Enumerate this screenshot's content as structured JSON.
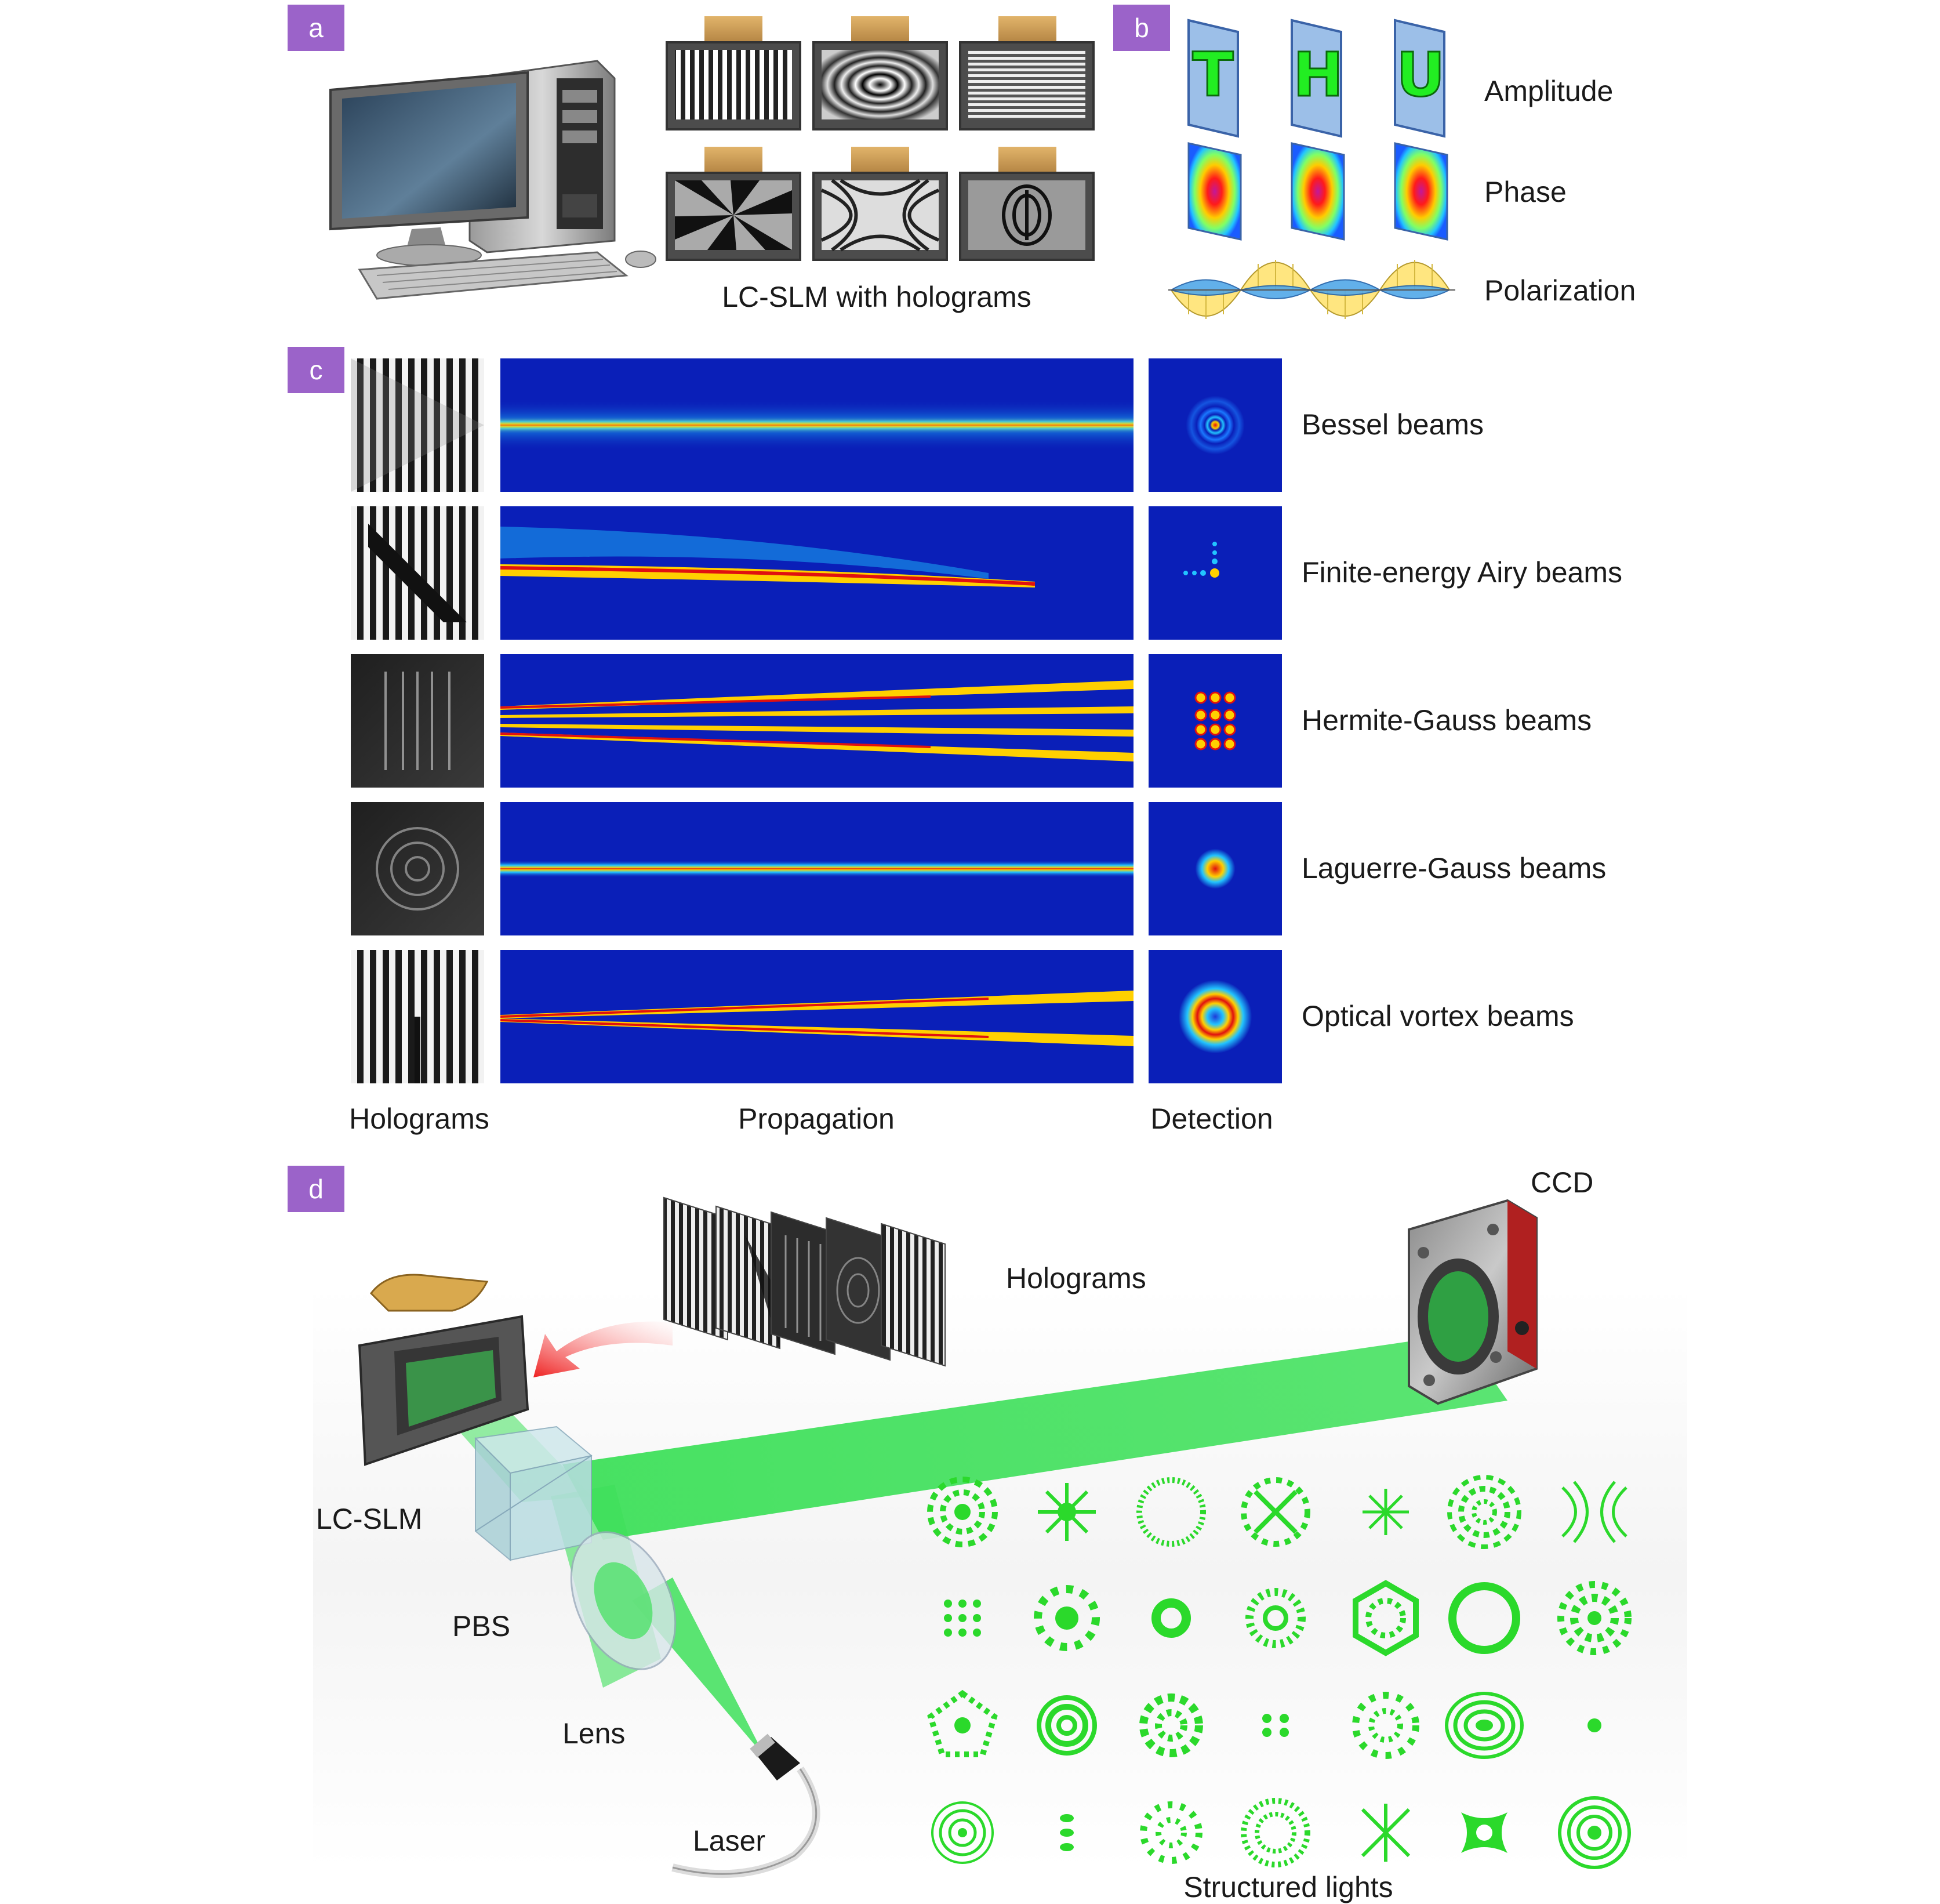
{
  "panels": {
    "a": {
      "tag": "a",
      "caption": "LC-SLM with holograms"
    },
    "b": {
      "tag": "b",
      "letters": [
        "T",
        "H",
        "U"
      ],
      "rows": [
        "Amplitude",
        "Phase",
        "Polarization"
      ]
    },
    "c": {
      "tag": "c",
      "beams": [
        "Bessel beams",
        "Finite-energy Airy beams",
        "Hermite-Gauss beams",
        "Laguerre-Gauss beams",
        "Optical vortex beams"
      ],
      "columns": [
        "Holograms",
        "Propagation",
        "Detection"
      ]
    },
    "d": {
      "tag": "d",
      "labels": {
        "ccd": "CCD",
        "holograms": "Holograms",
        "slm": "LC-SLM",
        "pbs": "PBS",
        "lens": "Lens",
        "laser": "Laser",
        "structured": "Structured lights"
      }
    }
  },
  "colors": {
    "tag_bg": "#9b63c9",
    "beam_green": "#3ee05a",
    "jet_background": "#0a1fb8",
    "letter_green": "#22ee22",
    "card_blue": "#9cbfe8"
  }
}
